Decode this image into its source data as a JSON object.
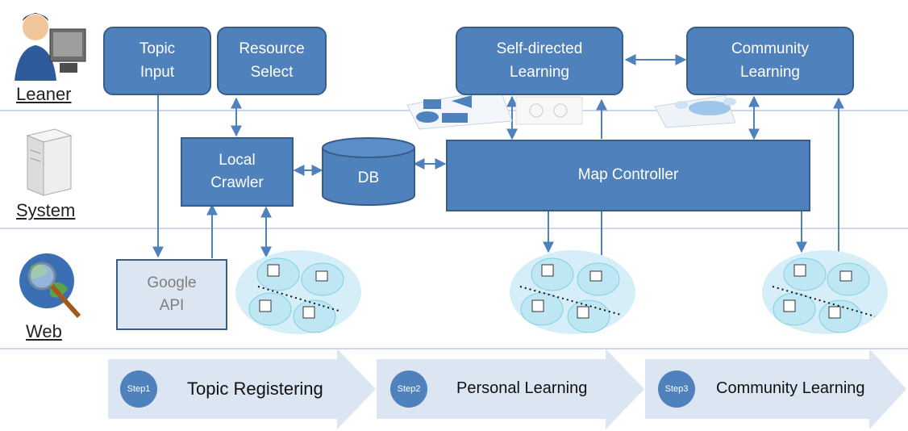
{
  "lanes": {
    "learner": "Leaner",
    "system": "System",
    "web": "Web"
  },
  "boxes": {
    "topic_input": "Topic\nInput",
    "resource_select": "Resource\nSelect",
    "self_directed": "Self-directed\nLearning",
    "community": "Community\nLearning",
    "local_crawler": "Local\nCrawler",
    "db": "DB",
    "map_controller": "Map Controller",
    "google_api": "Google\nAPI"
  },
  "steps": [
    {
      "badge": "Step1",
      "label": "Topic Registering"
    },
    {
      "badge": "Step2",
      "label": "Personal Learning"
    },
    {
      "badge": "Step3",
      "label": "Community Learning"
    }
  ],
  "colors": {
    "box_fill": "#4f81bd",
    "box_border": "#385d8a",
    "arrow": "#4f81bd",
    "lane_divider": "#b8cce4",
    "step_arrow": "#dce6f2",
    "cluster_fill": "#d6eef8"
  },
  "icons": [
    "learner-icon",
    "server-icon",
    "globe-icon",
    "shapes-icon",
    "map-sketch-icon",
    "knowledge-map-icon"
  ]
}
